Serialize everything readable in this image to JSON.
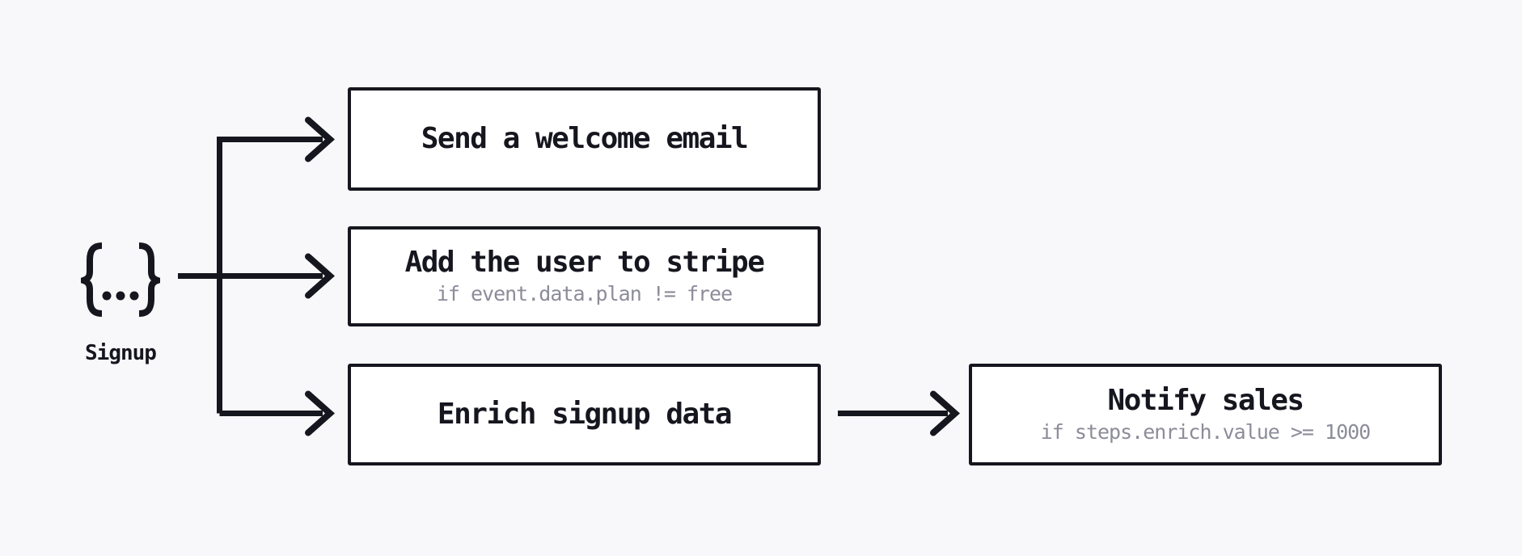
{
  "colors": {
    "bg": "#f8f8fb",
    "ink": "#16161f",
    "muted": "#8c8c9a",
    "box-fill": "#ffffff"
  },
  "trigger": {
    "icon": "curly-braces-event-icon",
    "label": "Signup"
  },
  "steps": [
    {
      "id": "email",
      "title": "Send a welcome email",
      "condition": ""
    },
    {
      "id": "stripe",
      "title": "Add the user to stripe",
      "condition": "if event.data.plan != free"
    },
    {
      "id": "enrich",
      "title": "Enrich signup data",
      "condition": ""
    },
    {
      "id": "notify",
      "title": "Notify sales",
      "condition": "if steps.enrich.value >= 1000"
    }
  ]
}
